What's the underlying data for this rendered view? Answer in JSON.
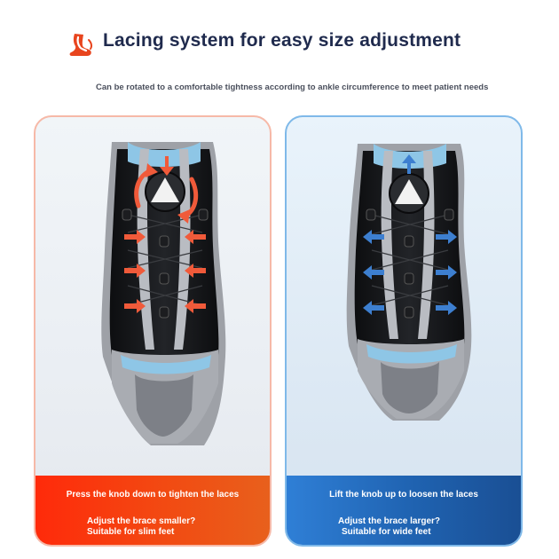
{
  "header": {
    "title": "Lacing system for easy size adjustment",
    "subtitle": "Can be rotated to a comfortable tightness according to ankle circumference to meet patient needs",
    "icon": "foot-brace-icon"
  },
  "panels": [
    {
      "id": "tighten",
      "accent": "#ff3a14",
      "arrow_color": "#f05a3a",
      "line1": "Press the knob down to tighten the laces",
      "line2": "Adjust the brace smaller?",
      "line3": "Suitable for slim feet"
    },
    {
      "id": "loosen",
      "accent": "#2a72c4",
      "arrow_color": "#3d7fd0",
      "line1": "Lift the knob up to loosen the laces",
      "line2": "Adjust the brace larger?",
      "line3": "Suitable for wide feet"
    }
  ],
  "colors": {
    "brace_black": "#141518",
    "brace_gray": "#9a9da3",
    "brace_light_gray": "#b9bcc2",
    "brace_blue": "#8ec6e6",
    "title_navy": "#1f2a4d"
  }
}
